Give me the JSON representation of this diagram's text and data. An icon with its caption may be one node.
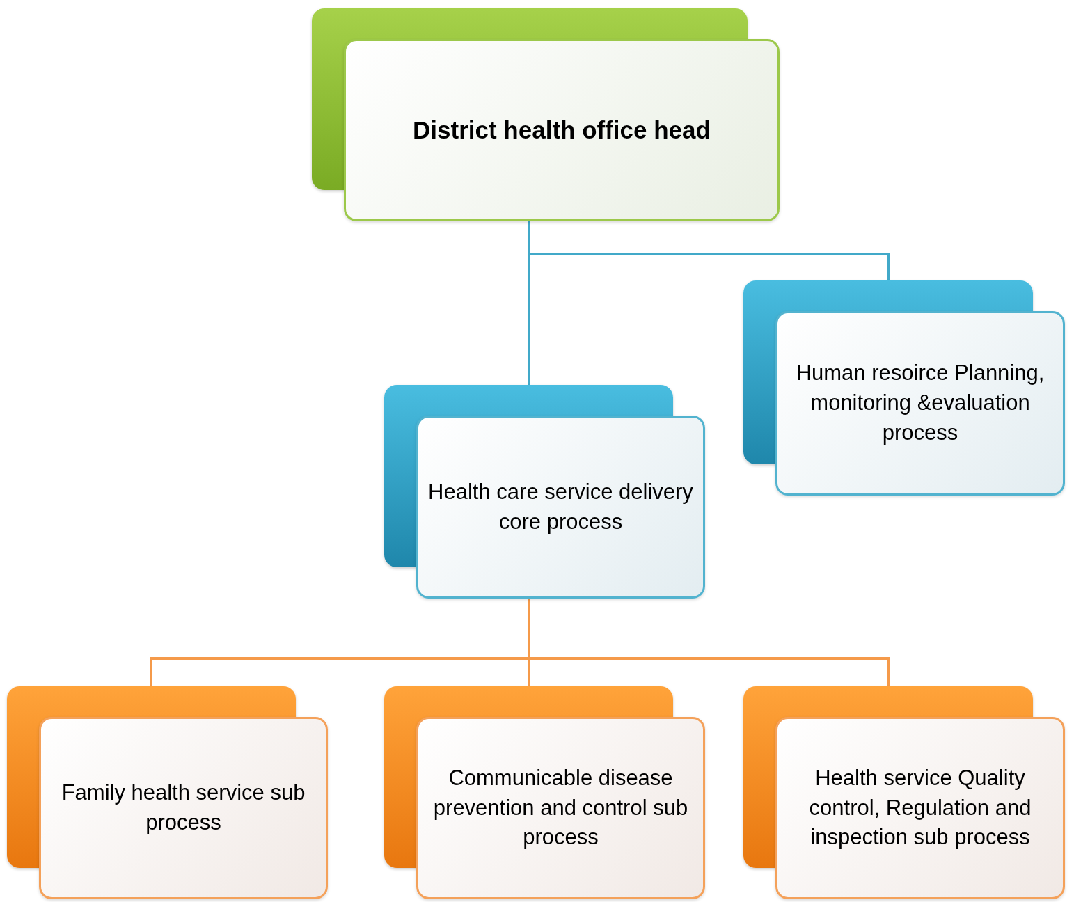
{
  "diagram": {
    "nodes": [
      {
        "text": [
          "District health office head"
        ]
      },
      {
        "text": [
          "Human resoirce Planning, monitoring &evaluation process"
        ]
      },
      {
        "text": [
          "Health care service delivery core process"
        ]
      },
      {
        "text": [
          "Family health service sub process"
        ]
      },
      {
        "text": [
          "Communicable disease prevention and control sub process"
        ]
      },
      {
        "text": [
          "Health service Quality control, Regulation and inspection sub process"
        ]
      }
    ],
    "edges": [
      {
        "from": 0,
        "to": 1,
        "arrow": "none",
        "color": "#41a9c9"
      },
      {
        "from": 0,
        "to": 2,
        "arrow": "none",
        "color": "#41a9c9"
      },
      {
        "from": 2,
        "to": 3,
        "arrow": "none"
      },
      {
        "from": 2,
        "to": 4,
        "arrow": "none"
      },
      {
        "from": 2,
        "to": 5,
        "arrow": "none"
      }
    ]
  }
}
